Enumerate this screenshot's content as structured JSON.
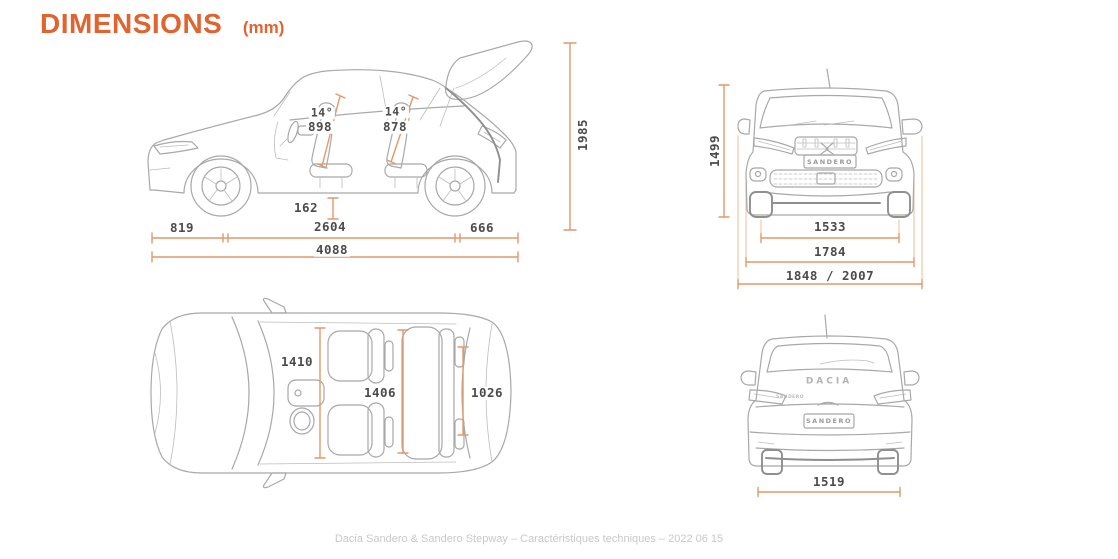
{
  "header": {
    "title": "DIMENSIONS",
    "unit": "(mm)"
  },
  "side_view": {
    "seat_front_angle": "14°",
    "seat_front_height": "898",
    "seat_rear_angle": "14°",
    "seat_rear_height": "878",
    "ground_clearance": "162",
    "front_overhang": "819",
    "wheelbase": "2604",
    "rear_overhang": "666",
    "overall_length": "4088",
    "height_tailgate_open": "1985"
  },
  "front_view": {
    "overall_height": "1499",
    "front_track": "1533",
    "body_width": "1784",
    "width_with_mirrors": "1848 / 2007",
    "plate_badge": "SANDERO"
  },
  "top_view": {
    "front_cabin_width": "1410",
    "rear_cabin_width": "1406",
    "boot_width": "1026"
  },
  "rear_view": {
    "brand_badge": "DACIA",
    "model_badge": "SANDERO",
    "plate_badge": "SANDERO",
    "rear_track": "1519"
  },
  "footer": {
    "text": "Dacia Sandero & Sandero Stepway – Caractéristiques techniques – 2022 06 15"
  },
  "colors": {
    "accent": "#e0642f",
    "dimension_line": "#e2996a",
    "dimension_text": "#4b4b4b",
    "car_line": "#a8a8a8",
    "footer_text": "#c9c9c9"
  }
}
